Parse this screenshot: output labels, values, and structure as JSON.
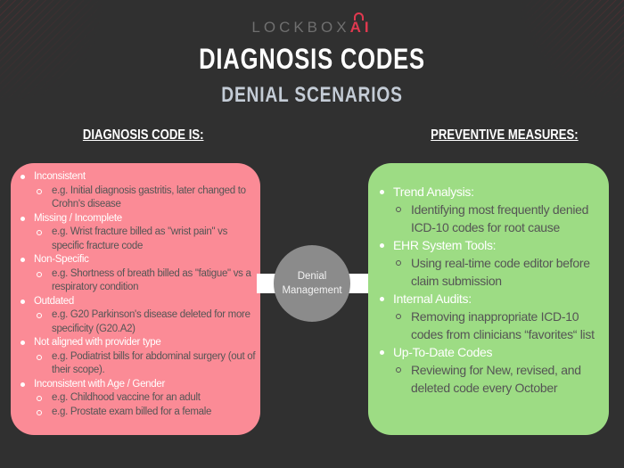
{
  "logo": {
    "text": "LOCKBOX",
    "ai": "AI"
  },
  "title": "DIAGNOSIS CODES",
  "subtitle": "DENIAL SCENARIOS",
  "left_header": "DIAGNOSIS CODE IS:",
  "right_header": "PREVENTIVE MEASURES:",
  "center": {
    "line1": "Denial",
    "line2": "Management"
  },
  "colors": {
    "pink": "#fb8b96",
    "green": "#9ddc84",
    "circle": "#8b8b8b",
    "background": "#303030",
    "accent": "#e0394f"
  },
  "scenarios": [
    {
      "label": "Inconsistent",
      "examples": [
        "e.g. Initial diagnosis gastritis, later changed to Crohn's disease"
      ]
    },
    {
      "label": "Missing / Incomplete",
      "examples": [
        "e.g. Wrist fracture billed as \"wrist pain\" vs specific fracture code"
      ]
    },
    {
      "label": "Non-Specific",
      "examples": [
        "e.g. Shortness of breath billed as \"fatigue\" vs a respiratory condition"
      ]
    },
    {
      "label": "Outdated",
      "examples": [
        "e.g. G20 Parkinson's disease deleted for more specificity (G20.A2)"
      ]
    },
    {
      "label": "Not aligned with provider type",
      "examples": [
        "e.g. Podiatrist bills for abdominal surgery (out of their scope)."
      ]
    },
    {
      "label": "Inconsistent with Age / Gender",
      "examples": [
        "e.g. Childhood vaccine for an adult",
        "e.g. Prostate exam billed for a female"
      ]
    }
  ],
  "measures": [
    {
      "label": "Trend Analysis:",
      "detail": "Identifying most frequently denied ICD-10 codes for root cause"
    },
    {
      "label": "EHR System Tools:",
      "detail": "Using real-time code editor before claim submission"
    },
    {
      "label": "Internal Audits:",
      "detail": "Removing inappropriate ICD-10 codes from clinicians “favorites“ list"
    },
    {
      "label": "Up-To-Date Codes",
      "detail": "Reviewing for New, revised, and deleted code every October"
    }
  ]
}
